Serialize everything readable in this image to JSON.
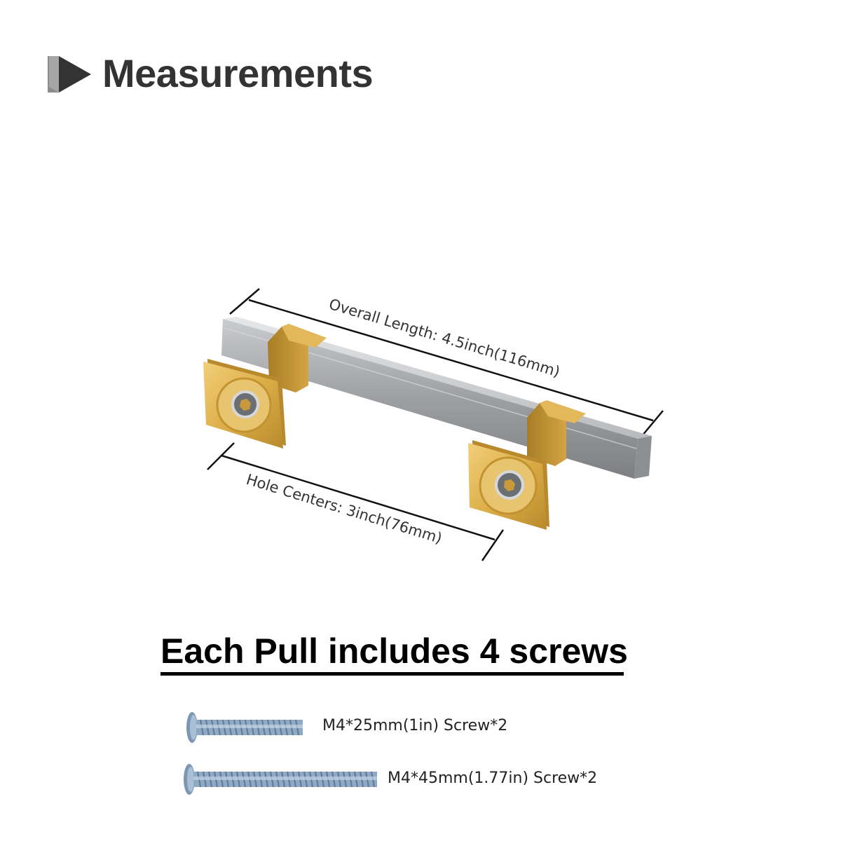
{
  "header": {
    "title": "Measurements",
    "icon": "play-arrow-icon",
    "icon_color": "#333333"
  },
  "product": {
    "overall_length_label": "Overall Length: 4.5inch(116mm)",
    "hole_centers_label": "Hole Centers: 3inch(76mm)",
    "bar_color": "#a9abad",
    "post_color": "#d9a93d"
  },
  "screws": {
    "heading": "Each Pull includes 4 screws",
    "items": [
      {
        "label": "M4*25mm(1in) Screw*2",
        "icon": "short-screw-icon"
      },
      {
        "label": "M4*45mm(1.77in) Screw*2",
        "icon": "long-screw-icon"
      }
    ],
    "screw_color": "#8fa9c4"
  }
}
